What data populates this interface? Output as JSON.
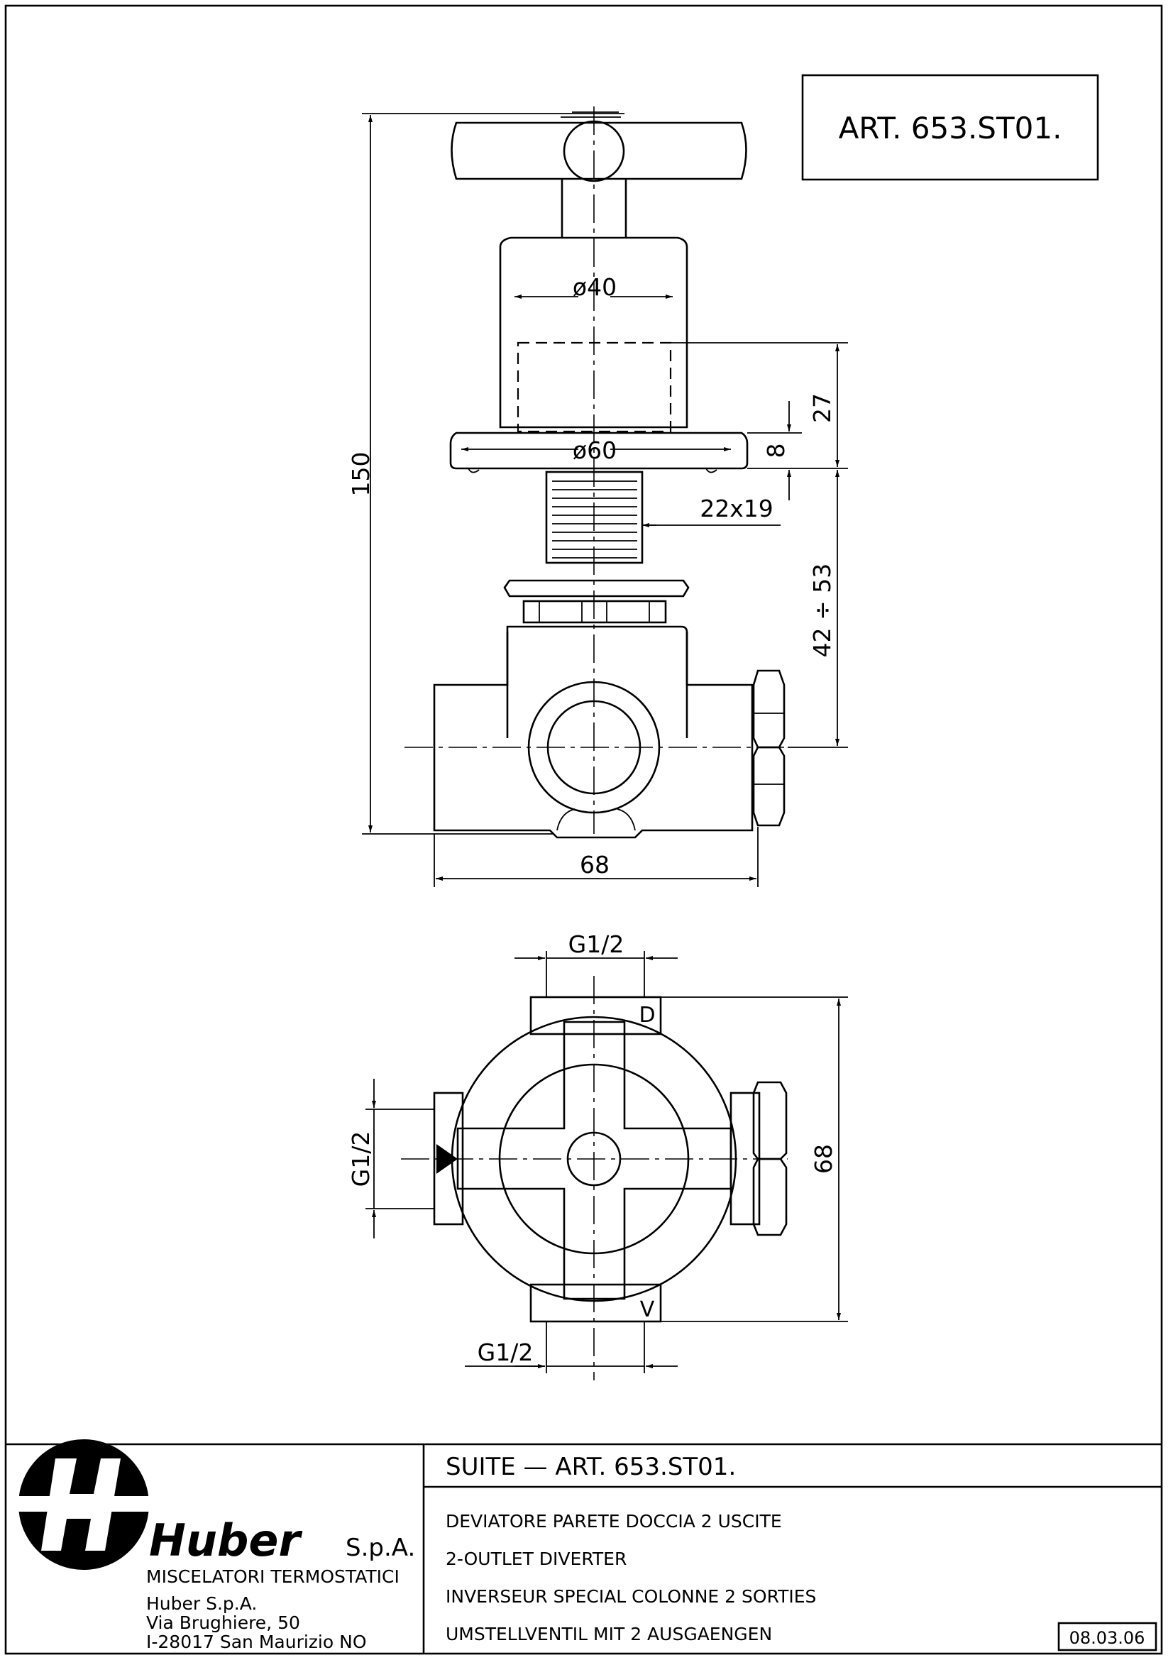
{
  "article_box": {
    "label": "ART. 653.ST01."
  },
  "dimensions": {
    "d40": "ø40",
    "d60": "ø60",
    "h27": "27",
    "h8": "8",
    "thread": "22x19",
    "range": "42 ÷ 53",
    "h150": "150",
    "w68_front": "68",
    "g_top": "G1/2",
    "g_left": "G1/2",
    "g_bottom": "G1/2",
    "h68_plan": "68",
    "port_d": "D",
    "port_v": "V"
  },
  "title_block": {
    "company": {
      "logo_text": "Huber",
      "legal_form": "S.p.A.",
      "tagline": "MISCELATORI TERMOSTATICI",
      "address_name": "Huber S.p.A.",
      "address_street": "Via Brughiere, 50",
      "address_city": "I-28017 San Maurizio NO"
    },
    "series_title": "SUITE — ART. 653.ST01.",
    "descriptions": [
      "DEVIATORE PARETE DOCCIA 2 USCITE",
      "2-OUTLET DIVERTER",
      "INVERSEUR SPECIAL COLONNE 2 SORTIES",
      "UMSTELLVENTIL MIT 2 AUSGAENGEN"
    ],
    "date": "08.03.06"
  },
  "icons": {
    "logo": "huber-h-logo-icon",
    "flow_arrow": "inlet-arrow-icon"
  }
}
